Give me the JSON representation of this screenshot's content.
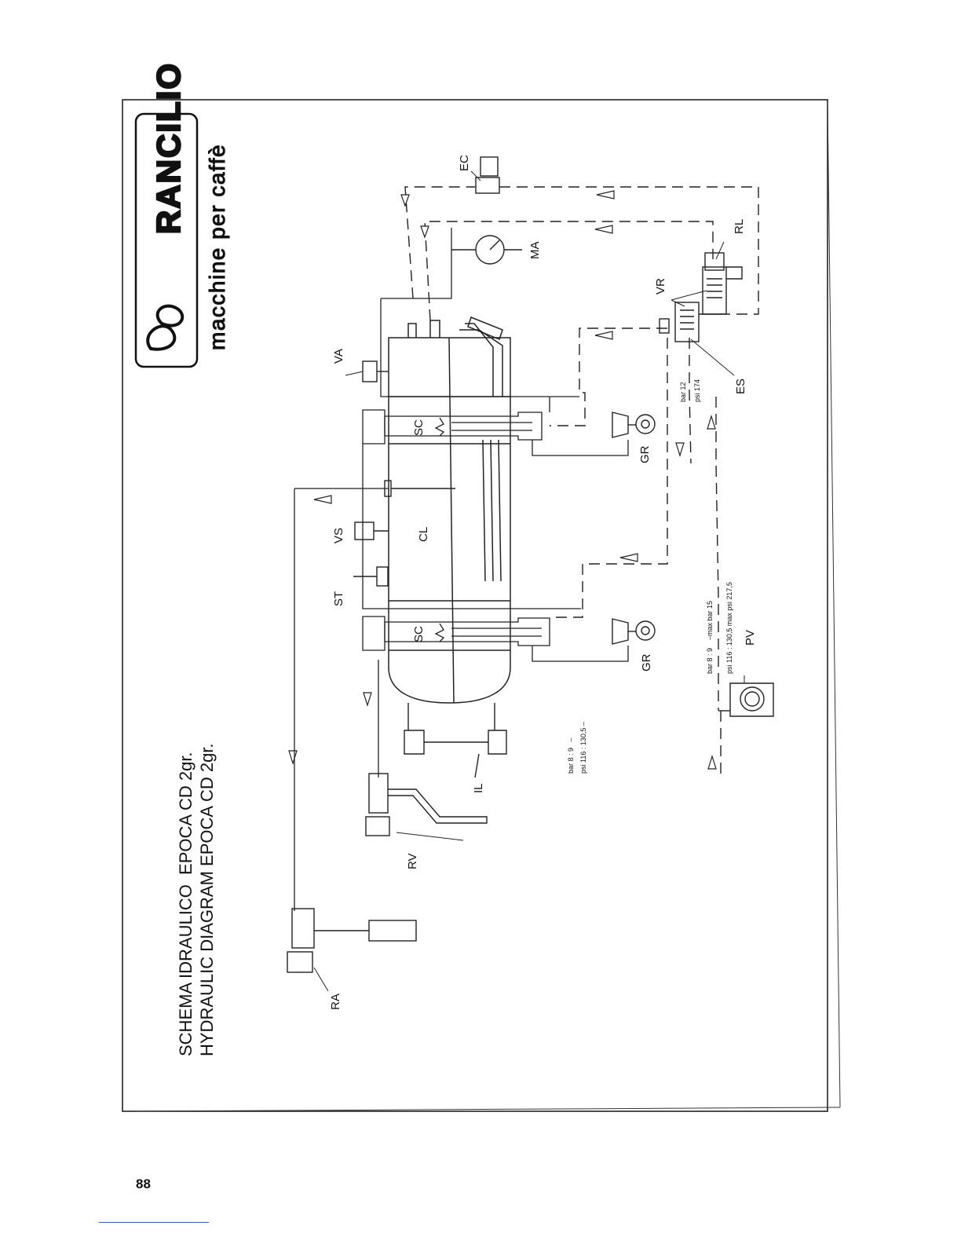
{
  "page": {
    "number": "88"
  },
  "logo": {
    "brand": "RANCILIO",
    "tagline": "macchine per caffè"
  },
  "title": {
    "italian": "SCHEMA IDRAULICO  EPOCA CD 2gr.",
    "english": "HYDRAULIC DIAGRAM EPOCA CD 2gr."
  },
  "labels": {
    "EC": "EC",
    "MA": "MA",
    "RL": "RL",
    "VR": "VR",
    "ES": "ES",
    "VA": "VA",
    "SC_top": "SC",
    "SC_bottom": "SC",
    "CL": "CL",
    "VS": "VS",
    "ST": "ST",
    "GR_top": "GR",
    "GR_bottom": "GR",
    "IL": "IL",
    "RV": "RV",
    "RA": "RA",
    "PV": "PV"
  },
  "annotations": {
    "relief_bar": "bar 12",
    "relief_psi": "psi 174",
    "pump_bar": "bar 8 : 9    –max bar 15",
    "pump_psi": "psi 116 : 130,5 max psi 217,5",
    "line_bar": "bar 8 : 9   –",
    "line_psi": "psi 116 : 130,5 –"
  }
}
